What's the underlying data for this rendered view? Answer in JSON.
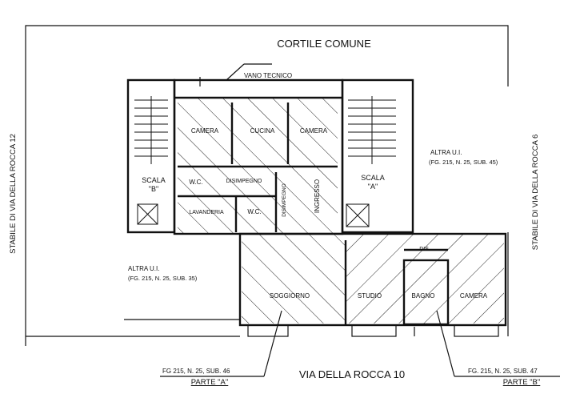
{
  "title_top": "CORTILE COMUNE",
  "street": "VIA DELLA ROCCA 10",
  "side_left": "STABILE DI VIA DELLA ROCCA 12",
  "side_right": "STABILE DI VIA DELLA ROCCA 6",
  "vano_tecnico": "VANO TECNICO",
  "rooms_a": {
    "camera1": "CAMERA",
    "cucina": "CUCINA",
    "camera2": "CAMERA",
    "wc1": "W.C.",
    "disimpegno": "DISIMPEGNO",
    "disimpegno_v": "DISIMPEGNO",
    "ingresso": "INGRESSO",
    "lavanderia": "LAVANDERIA",
    "wc2": "W.C.",
    "soggiorno": "SOGGIORNO",
    "studio": "STUDIO"
  },
  "rooms_b": {
    "dis": "DIS.",
    "bagno": "BAGNO",
    "camera": "CAMERA"
  },
  "scala_b": [
    "SCALA",
    "\"B\""
  ],
  "scala_a": [
    "SCALA",
    "\"A\""
  ],
  "altra_right": [
    "ALTRA U.I.",
    "(FG. 215, N. 25, SUB. 45)"
  ],
  "altra_left": [
    "ALTRA U.I.",
    "(FG. 215, N. 25, SUB. 35)"
  ],
  "parte_a": {
    "ref": "FG 215, N. 25, SUB. 46",
    "label": "PARTE \"A\""
  },
  "parte_b": {
    "ref": "FG. 215, N. 25, SUB. 47",
    "label": "PARTE \"B\""
  }
}
